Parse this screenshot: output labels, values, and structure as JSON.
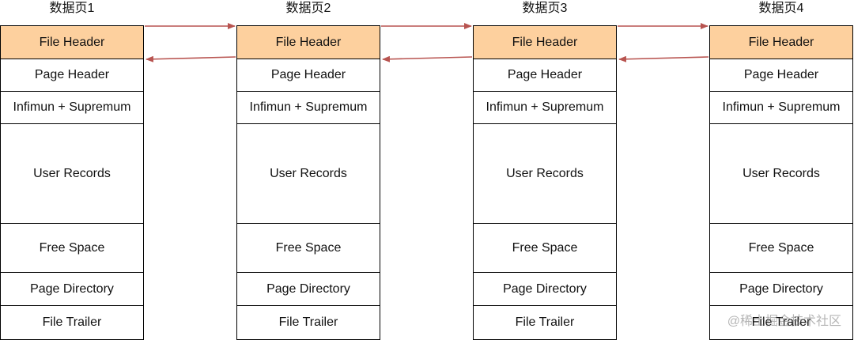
{
  "pages": [
    {
      "title": "数据页1"
    },
    {
      "title": "数据页2"
    },
    {
      "title": "数据页3"
    },
    {
      "title": "数据页4"
    }
  ],
  "sections": [
    {
      "label": "File Header"
    },
    {
      "label": "Page Header"
    },
    {
      "label": "Infimun + Supremum"
    },
    {
      "label": "User Records"
    },
    {
      "label": "Free Space"
    },
    {
      "label": "Page Directory"
    },
    {
      "label": "File Trailer"
    }
  ],
  "colors": {
    "file_header_fill": "#fdd09e",
    "arrow": "#b85450",
    "border": "#000000"
  },
  "watermark": "@稀土掘金技术社区"
}
